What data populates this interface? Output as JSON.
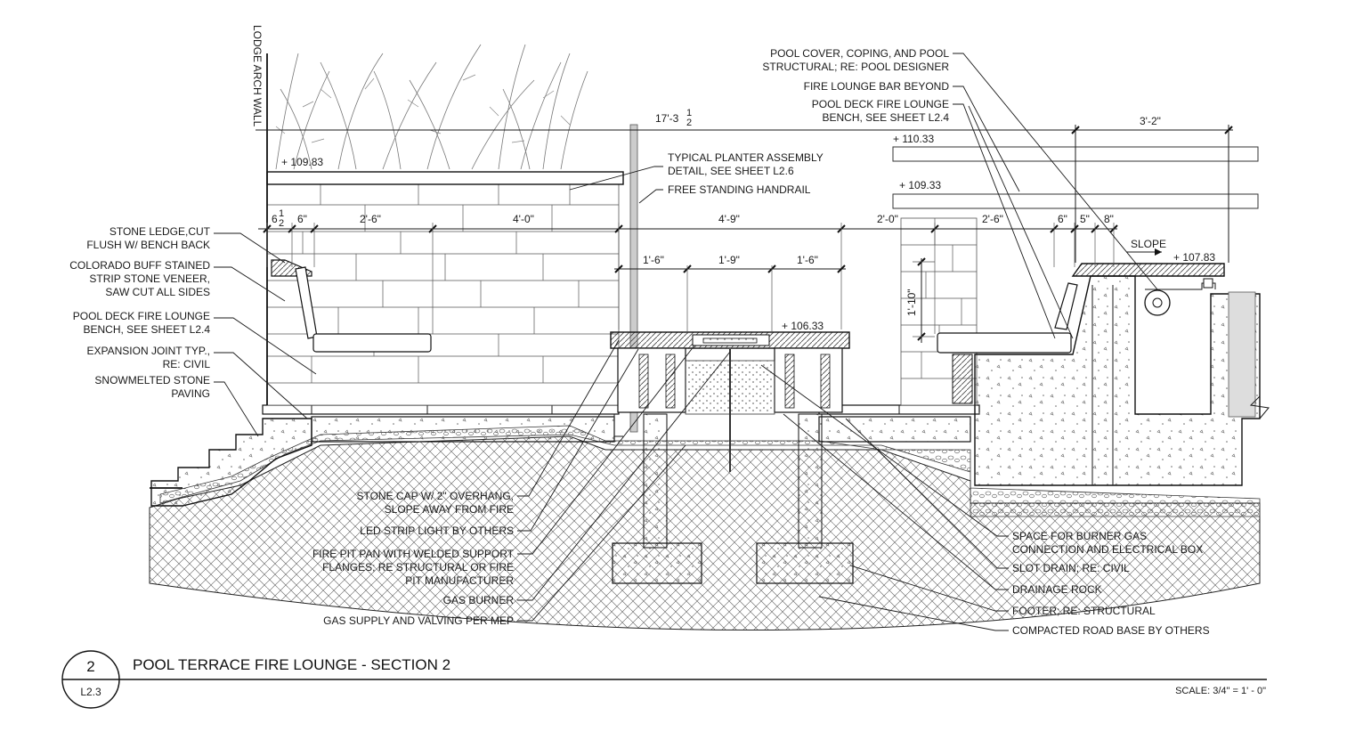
{
  "wall_label": "LODGE ARCH WALL",
  "title": {
    "number": "2",
    "sheet": "L2.3",
    "text": "POOL TERRACE FIRE LOUNGE - SECTION 2",
    "scale": "SCALE: 3/4\" = 1' - 0\""
  },
  "elevations": {
    "e1": "+ 109.83",
    "e2": "+ 110.33",
    "e3": "+ 109.33",
    "e4": "+ 107.83",
    "e5": "+ 106.33"
  },
  "dimensions": {
    "overall": "17'-3",
    "overall_frac_num": "1",
    "overall_frac_den": "2",
    "right_top": "3'-2\"",
    "d_6_half": "6",
    "d_6_half_num": "1",
    "d_6_half_den": "2",
    "d_6a": "6\"",
    "d_2_6a": "2'-6\"",
    "d_4_0": "4'-0\"",
    "d_4_9": "4'-9\"",
    "d_2_0": "2'-0\"",
    "d_2_6b": "2'-6\"",
    "d_6b": "6\"",
    "d_5": "5\"",
    "d_8": "8\"",
    "d_1_6a": "1'-6\"",
    "d_1_9": "1'-9\"",
    "d_1_6b": "1'-6\"",
    "d_1_10": "1'-10\"",
    "slope": "SLOPE"
  },
  "notes_left": [
    {
      "lines": [
        "STONE LEDGE,CUT",
        "FLUSH W/ BENCH BACK"
      ]
    },
    {
      "lines": [
        "COLORADO BUFF STAINED",
        "STRIP STONE VENEER,",
        "SAW CUT ALL SIDES"
      ]
    },
    {
      "lines": [
        "POOL DECK FIRE LOUNGE",
        "BENCH, SEE SHEET L2.4"
      ]
    },
    {
      "lines": [
        "EXPANSION JOINT TYP.,",
        "RE: CIVIL"
      ]
    },
    {
      "lines": [
        "SNOWMELTED STONE",
        "PAVING"
      ]
    }
  ],
  "notes_top_center": [
    {
      "lines": [
        "TYPICAL PLANTER ASSEMBLY",
        "DETAIL, SEE SHEET L2.6"
      ]
    },
    {
      "lines": [
        "FREE STANDING HANDRAIL"
      ]
    }
  ],
  "notes_top_right": [
    {
      "lines": [
        "POOL COVER, COPING, AND POOL",
        "STRUCTURAL; RE: POOL DESIGNER"
      ]
    },
    {
      "lines": [
        "FIRE LOUNGE BAR BEYOND"
      ]
    },
    {
      "lines": [
        "POOL DECK FIRE LOUNGE",
        "BENCH, SEE SHEET L2.4"
      ]
    }
  ],
  "notes_bottom_center": [
    {
      "lines": [
        "STONE CAP W/ 2\" OVERHANG,",
        "SLOPE AWAY FROM FIRE"
      ]
    },
    {
      "lines": [
        "LED STRIP LIGHT BY OTHERS"
      ]
    },
    {
      "lines": [
        "FIRE PIT PAN WITH WELDED SUPPORT",
        "FLANGES; RE STRUCTURAL OR FIRE",
        "PIT MANUFACTURER"
      ]
    },
    {
      "lines": [
        "GAS BURNER"
      ]
    },
    {
      "lines": [
        "GAS SUPPLY AND VALVING PER MEP"
      ]
    }
  ],
  "notes_bottom_right": [
    {
      "lines": [
        "SPACE FOR BURNER GAS",
        "CONNECTION AND ELECTRICAL BOX"
      ]
    },
    {
      "lines": [
        "SLOT DRAIN; RE: CIVIL"
      ]
    },
    {
      "lines": [
        "DRAINAGE ROCK"
      ]
    },
    {
      "lines": [
        "FOOTER; RE: STRUCTURAL"
      ]
    },
    {
      "lines": [
        "COMPACTED ROAD BASE BY OTHERS"
      ]
    }
  ]
}
